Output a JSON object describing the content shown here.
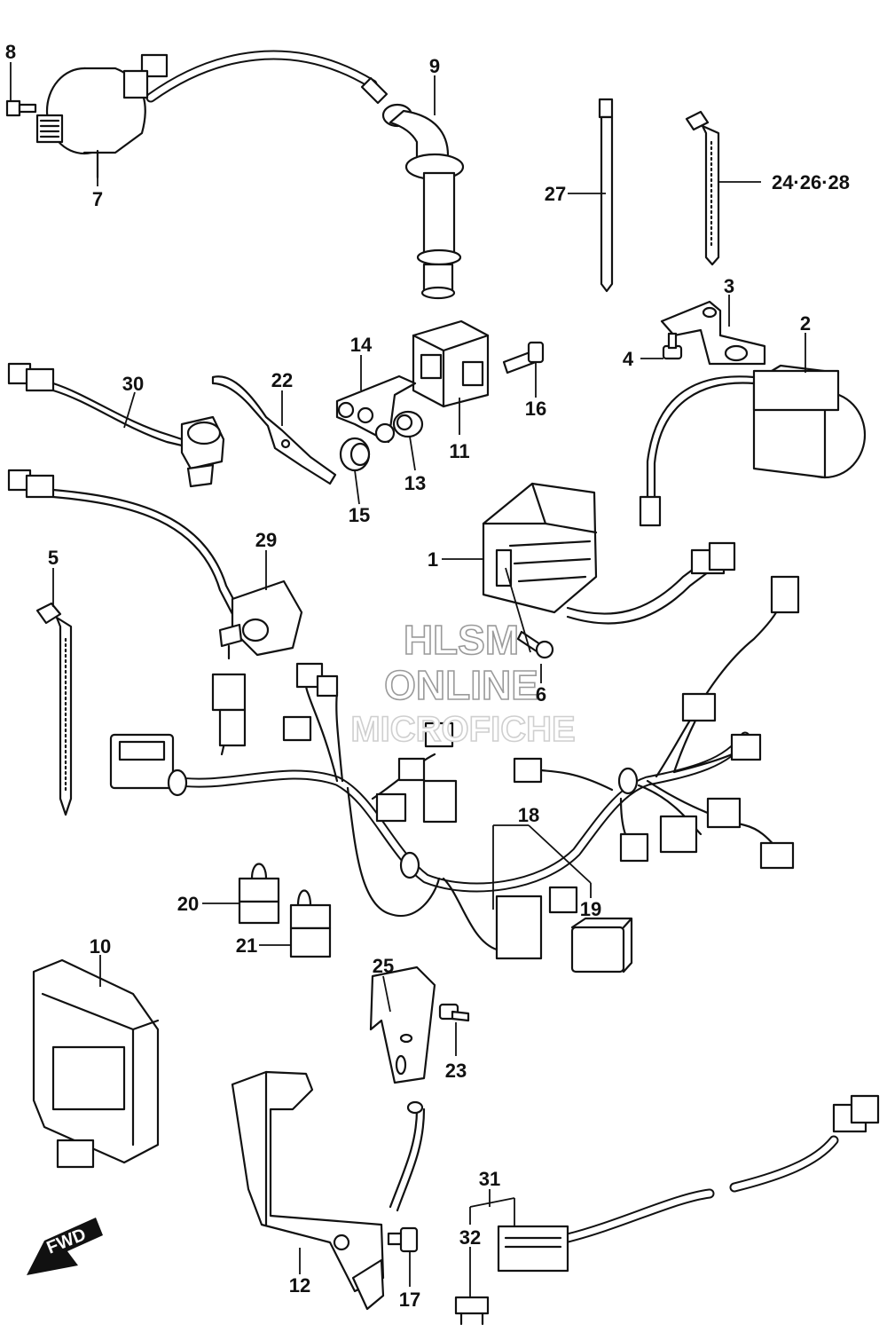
{
  "callouts": {
    "c1": "1",
    "c2": "2",
    "c3": "3",
    "c4": "4",
    "c5": "5",
    "c6": "6",
    "c7": "7",
    "c8": "8",
    "c9": "9",
    "c10": "10",
    "c11": "11",
    "c12": "12",
    "c13": "13",
    "c14": "14",
    "c15": "15",
    "c16": "16",
    "c17": "17",
    "c18": "18",
    "c19": "19",
    "c20": "20",
    "c21": "21",
    "c22": "22",
    "c23": "23",
    "c24_26_28": "24·26·28",
    "c25": "25",
    "c27": "27",
    "c29": "29",
    "c30": "30",
    "c31": "31",
    "c32": "32"
  },
  "watermark": {
    "line1": "HLSM",
    "line2": "ONLINE",
    "line3": "MICROFICHE"
  },
  "direction_badge": {
    "label": "FWD"
  }
}
